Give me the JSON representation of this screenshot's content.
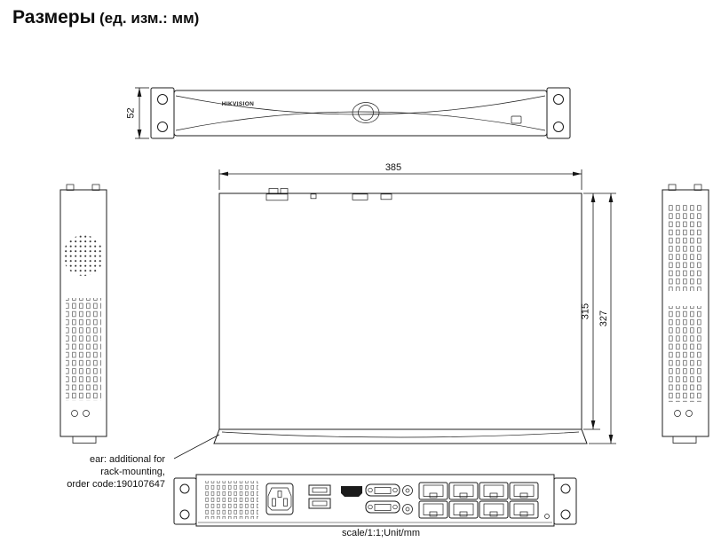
{
  "title": {
    "main": "Размеры",
    "unit": "(ед. изм.: мм)"
  },
  "brand": "HIKVISION",
  "dimensions": {
    "front_height": "52",
    "width": "385",
    "depth_body": "315",
    "depth_total": "327"
  },
  "notes": {
    "ear_line1": "ear: additional for",
    "ear_line2": "rack-mounting,",
    "ear_line3": "order code:190107647",
    "scale": "scale/1:1;Unit/mm"
  }
}
